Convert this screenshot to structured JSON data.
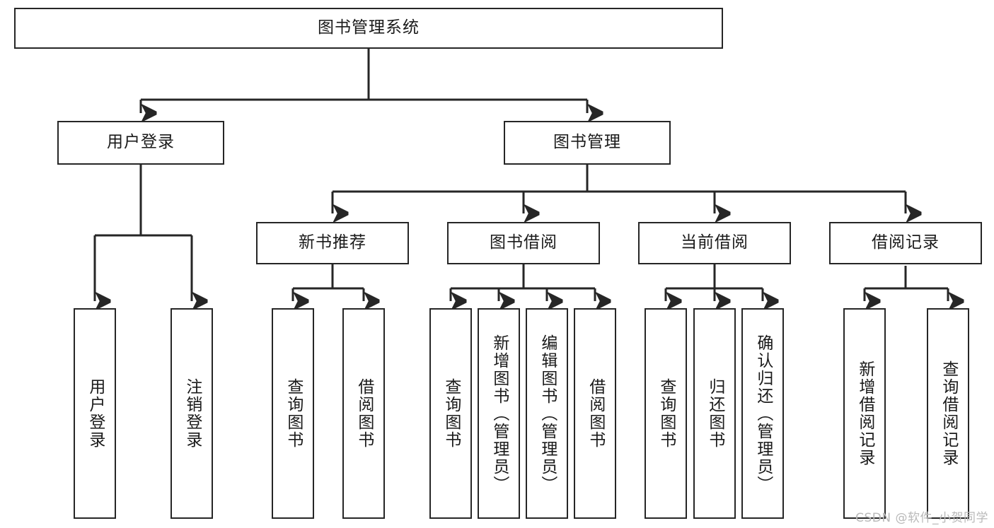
{
  "diagram": {
    "title_node": {
      "label": "图书管理系统"
    },
    "level2": [
      {
        "id": "user-login",
        "label": "用户登录"
      },
      {
        "id": "book-manage",
        "label": "图书管理"
      }
    ],
    "level3": [
      {
        "id": "new-book-recommend",
        "label": "新书推荐"
      },
      {
        "id": "book-borrow",
        "label": "图书借阅"
      },
      {
        "id": "current-borrow",
        "label": "当前借阅"
      },
      {
        "id": "borrow-record",
        "label": "借阅记录"
      }
    ],
    "leaves": [
      {
        "id": "leaf-user-login",
        "label": "用户登录"
      },
      {
        "id": "leaf-logout-login",
        "label": "注销登录"
      },
      {
        "id": "leaf-query-book-1",
        "label": "查询图书"
      },
      {
        "id": "leaf-borrow-book-1",
        "label": "借阅图书"
      },
      {
        "id": "leaf-query-book-2",
        "label": "查询图书"
      },
      {
        "id": "leaf-add-book-admin",
        "label": "新增图书（管理员）"
      },
      {
        "id": "leaf-edit-book-admin",
        "label": "编辑图书（管理员）"
      },
      {
        "id": "leaf-borrow-book-2",
        "label": "借阅图书"
      },
      {
        "id": "leaf-query-book-3",
        "label": "查询图书"
      },
      {
        "id": "leaf-return-book",
        "label": "归还图书"
      },
      {
        "id": "leaf-confirm-return-admin",
        "label": "确认归还（管理员）"
      },
      {
        "id": "leaf-add-borrow-record",
        "label": "新增借阅记录"
      },
      {
        "id": "leaf-query-borrow-record",
        "label": "查询借阅记录"
      }
    ],
    "watermark": "CSDN @软件_小贺同学",
    "colors": {
      "stroke": "#262626",
      "text": "#1a1a1a",
      "background": "#ffffff",
      "watermark": "#b9b9b9"
    }
  }
}
